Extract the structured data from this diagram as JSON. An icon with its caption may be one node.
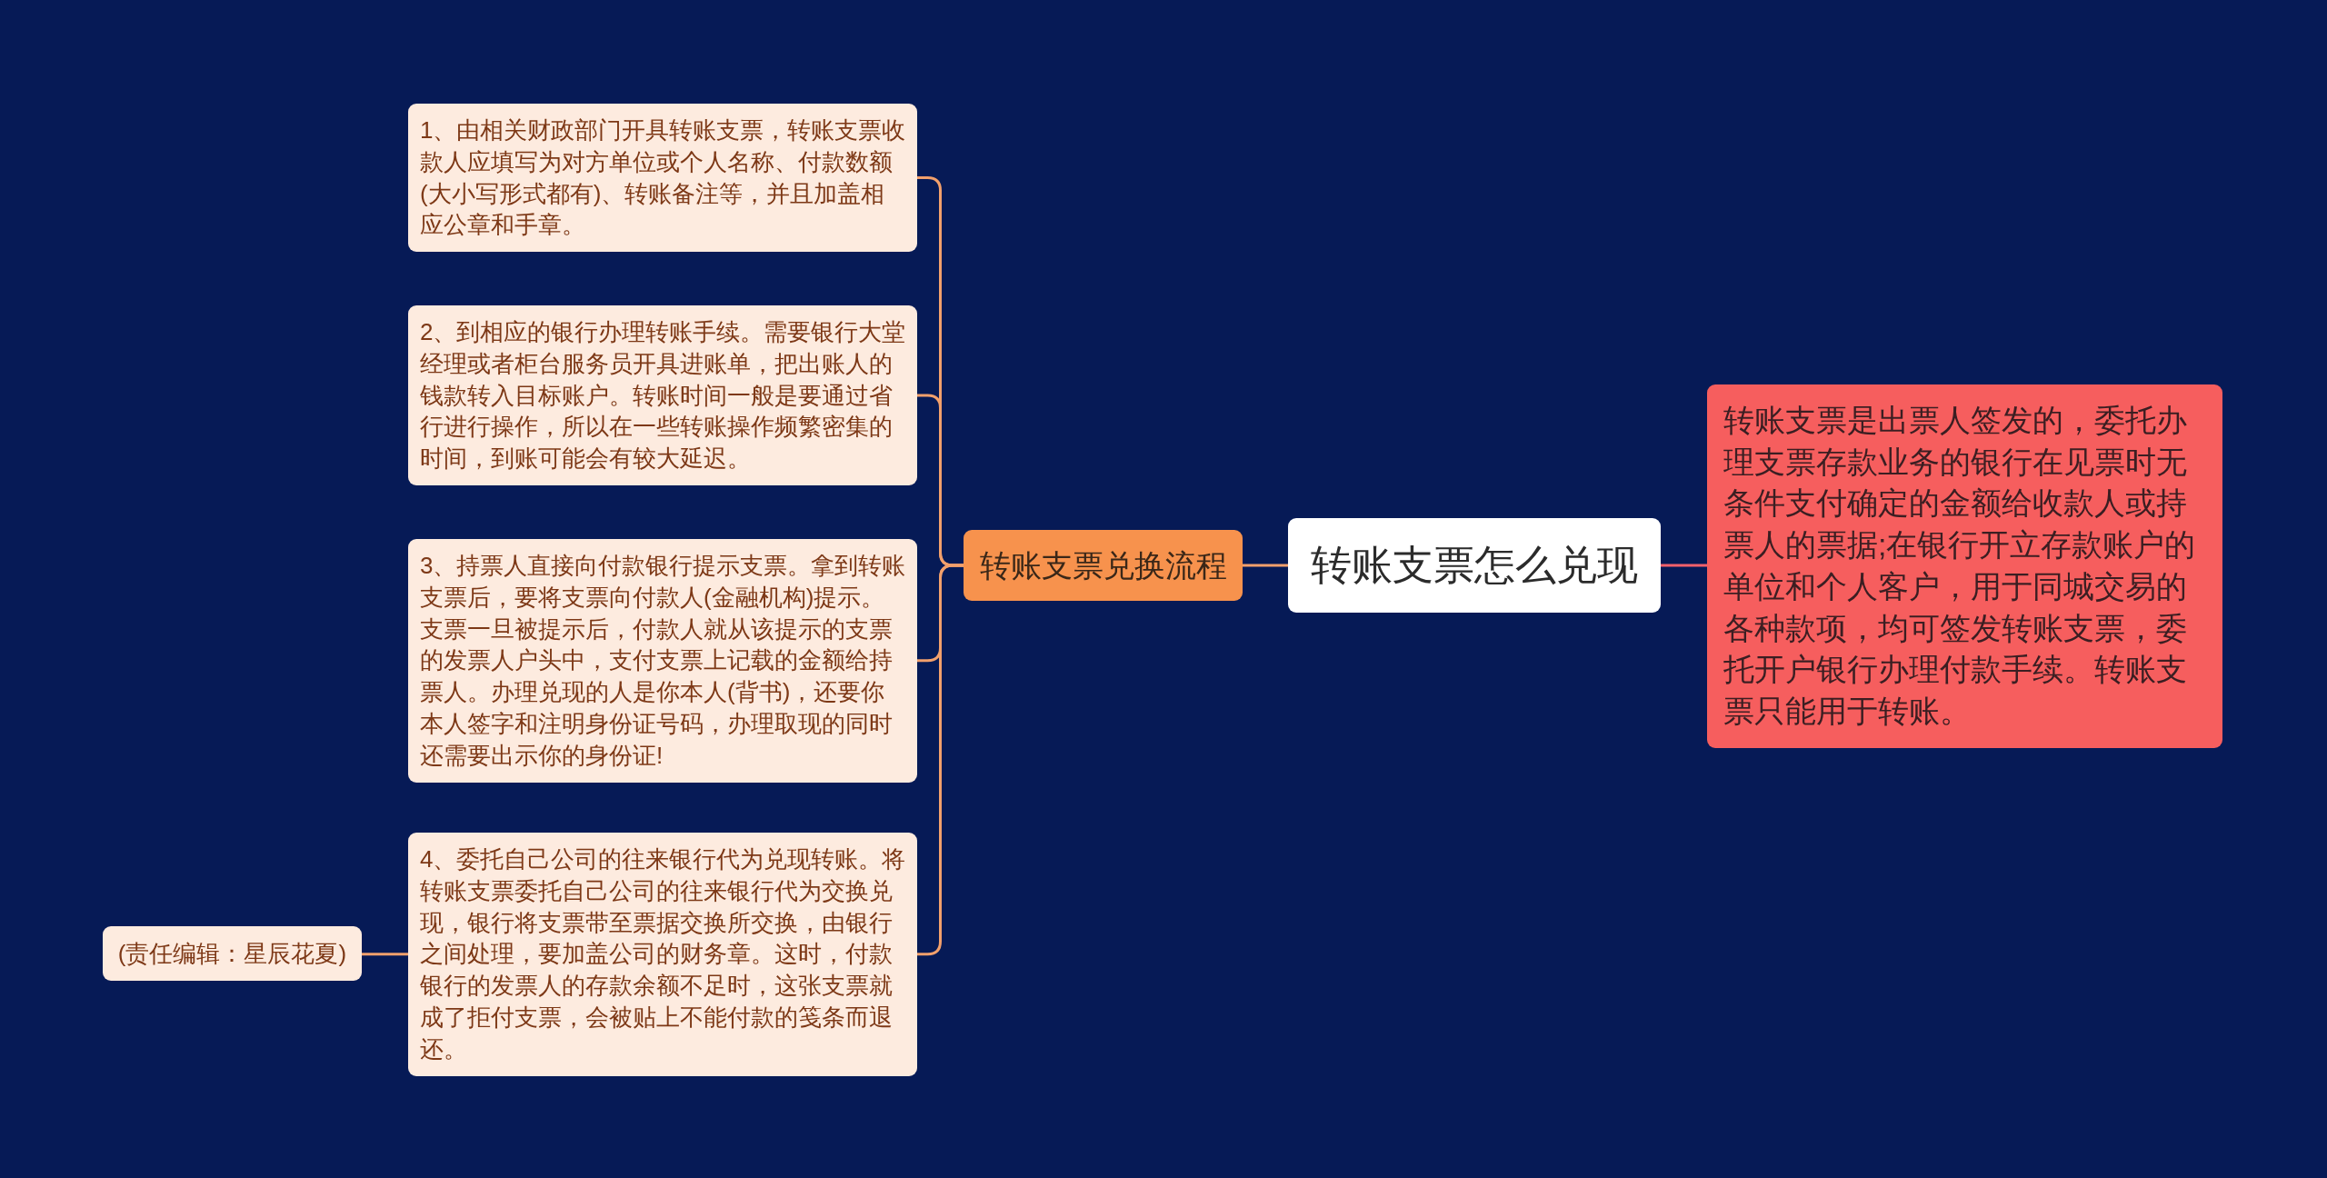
{
  "diagram": {
    "nodes": [
      {
        "text": [
          "转账支票怎么兑现"
        ]
      },
      {
        "text": [
          "转账支票是出票人签发的，委托办理支票存款业务的银行在见票时无条件支付确定的金额给收款人或持票人的票据;在银行开立存款账户的单位和个人客户，用于同城交易的各种款项，均可签发转账支票，委托开户银行办理付款手续。转账支票只能用于转账。"
        ]
      },
      {
        "text": [
          "转账支票兑换流程"
        ]
      },
      {
        "text": [
          "1、由相关财政部门开具转账支票，转账支票收款人应填写为对方单位或个人名称、付款数额(大小写形式都有)、转账备注等，并且加盖相应公章和手章。"
        ]
      },
      {
        "text": [
          "2、到相应的银行办理转账手续。需要银行大堂经理或者柜台服务员开具进账单，把出账人的钱款转入目标账户。转账时间一般是要通过省行进行操作，所以在一些转账操作频繁密集的时间，到账可能会有较大延迟。"
        ]
      },
      {
        "text": [
          "3、持票人直接向付款银行提示支票。拿到转账支票后，要将支票向付款人(金融机构)提示。支票一旦被提示后，付款人就从该提示的支票的发票人户头中，支付支票上记载的金额给持票人。办理兑现的人是你本人(背书)，还要你本人签字和注明身份证号码，办理取现的同时还需要出示你的身份证!"
        ]
      },
      {
        "text": [
          "4、委托自己公司的往来银行代为兑现转账。将转账支票委托自己公司的往来银行代为交换兑现，银行将支票带至票据交换所交换，由银行之间处理，要加盖公司的财务章。这时，付款银行的发票人的存款余额不足时，这张支票就成了拒付支票，会被贴上不能付款的笺条而退还。"
        ]
      },
      {
        "text": [
          "(责任编辑：星辰花夏)"
        ]
      }
    ],
    "edges": [
      {
        "from": 0,
        "to": 1,
        "arrow": "none",
        "color": "#f3616b"
      },
      {
        "from": 0,
        "to": 2,
        "arrow": "none"
      },
      {
        "from": 2,
        "to": 3,
        "arrow": "none"
      },
      {
        "from": 2,
        "to": 4,
        "arrow": "none"
      },
      {
        "from": 2,
        "to": 5,
        "arrow": "none"
      },
      {
        "from": 2,
        "to": 6,
        "arrow": "none"
      },
      {
        "from": 6,
        "to": 7,
        "arrow": "none"
      }
    ]
  }
}
